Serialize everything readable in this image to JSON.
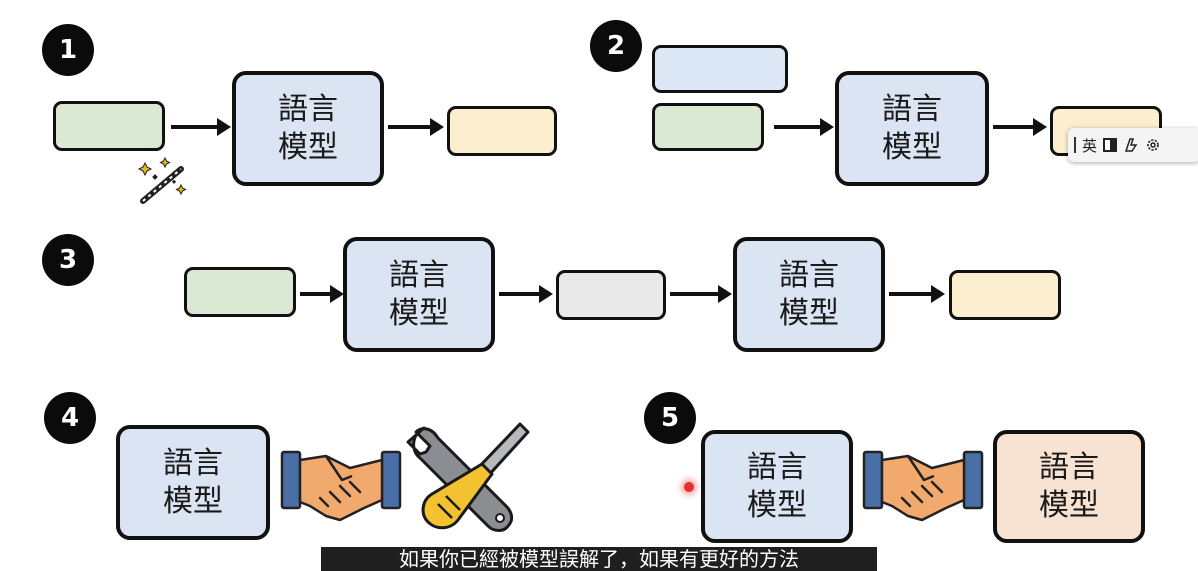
{
  "badges": [
    "1",
    "2",
    "3",
    "4",
    "5"
  ],
  "lm": {
    "line1": "語言",
    "line2": "模型"
  },
  "ime_toolbar": {
    "lang_label": "英"
  },
  "subtitle": {
    "text": "如果你已經被模型誤解了，如果有更好的方法"
  },
  "icons": [
    "magic-wand-icon",
    "handshake-icon",
    "wrench-screwdriver-icon",
    "keyboard-icon",
    "gear-icon",
    "half-square-icon"
  ],
  "colors": {
    "lm_blue": "#dbe4f2",
    "input_green": "#dbe8d4",
    "output_yellow": "#fcefcf",
    "prompt_blue": "#dce8f6",
    "mid_gray": "#e9e9e9",
    "lm_peach": "#f8e2d2"
  }
}
